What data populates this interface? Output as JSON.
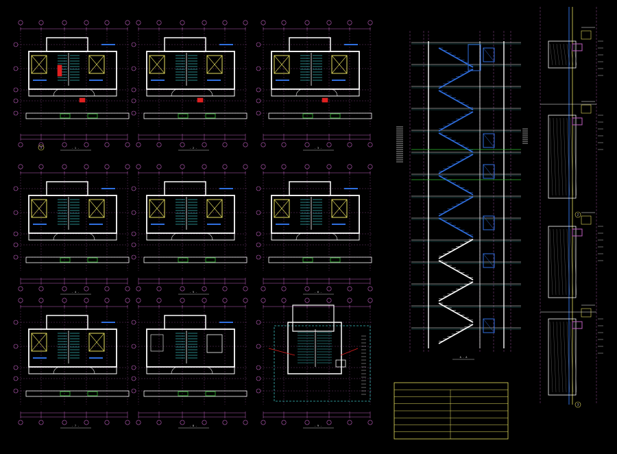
{
  "colors": {
    "background": "#000000",
    "dim": "#c060c0",
    "wall": "#ffffff",
    "stair": "#3cc0c0",
    "elevator": "#e8e060",
    "blue": "#2f6fe0",
    "green": "#30c030",
    "red": "#e02020",
    "text": "#e6e6e6",
    "table_border": "#e8e060"
  },
  "plans": [
    {
      "caption": "- 1 -",
      "marker": "1",
      "has_elevators": true,
      "variant": "stair"
    },
    {
      "caption": "- 2 -",
      "marker": "",
      "has_elevators": true,
      "variant": "stair"
    },
    {
      "caption": "- 3 -",
      "marker": "",
      "has_elevators": true,
      "variant": "stair"
    },
    {
      "caption": "- 4 -",
      "marker": "",
      "has_elevators": true,
      "variant": "stair"
    },
    {
      "caption": "- 5 -",
      "marker": "",
      "has_elevators": true,
      "variant": "stair"
    },
    {
      "caption": "- 6 -",
      "marker": "",
      "has_elevators": true,
      "variant": "stair"
    },
    {
      "caption": "- 7 -",
      "marker": "",
      "has_elevators": true,
      "variant": "stair"
    },
    {
      "caption": "- 8 -",
      "marker": "",
      "has_elevators": false,
      "variant": "stair"
    },
    {
      "caption": "- 9 -",
      "marker": "",
      "has_elevators": false,
      "variant": "roof"
    }
  ],
  "section": {
    "caption": "A - A",
    "flights": 14
  },
  "details": [
    {
      "marker": "2"
    },
    {
      "marker": "3"
    }
  ],
  "table": {
    "header": "",
    "rows": [
      [
        "",
        ""
      ],
      [
        "",
        ""
      ],
      [
        "",
        ""
      ],
      [
        "",
        ""
      ],
      [
        "",
        ""
      ],
      [
        "",
        ""
      ],
      [
        "",
        ""
      ]
    ]
  }
}
